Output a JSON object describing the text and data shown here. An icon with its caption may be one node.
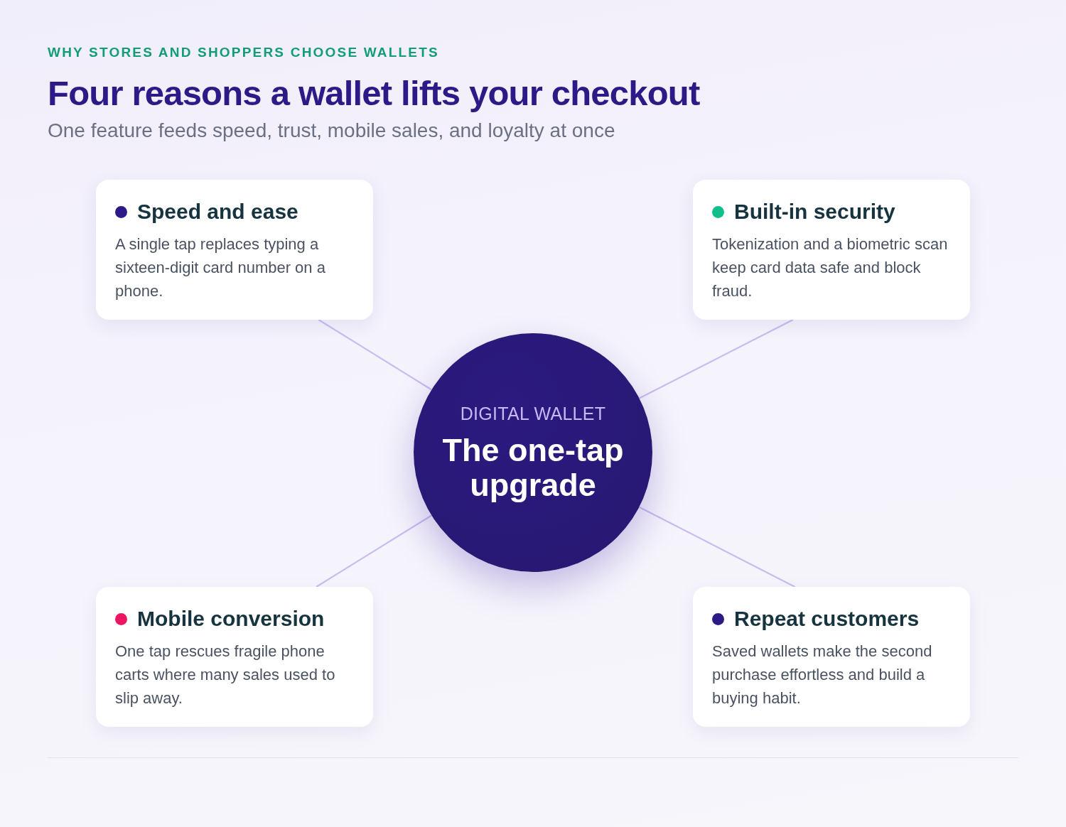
{
  "diagram": {
    "title": "Four reasons a wallet lifts your checkout",
    "nodes": [
      {
        "text": [
          "DIGITAL WALLET",
          "The one-tap upgrade"
        ]
      },
      {
        "text": [
          "Speed and ease",
          "A single tap replaces typing a sixteen-digit card number on a phone."
        ]
      },
      {
        "text": [
          "Built-in security",
          "Tokenization and a biometric scan keep card data safe and block fraud."
        ]
      },
      {
        "text": [
          "Mobile conversion",
          "One tap rescues fragile phone carts where many sales used to slip away."
        ]
      },
      {
        "text": [
          "Repeat customers",
          "Saved wallets make the second purchase effortless and build a buying habit."
        ]
      }
    ],
    "edges": [
      {
        "from": 0,
        "to": 1,
        "arrow": "none"
      },
      {
        "from": 0,
        "to": 2,
        "arrow": "none"
      },
      {
        "from": 0,
        "to": 3,
        "arrow": "none"
      },
      {
        "from": 0,
        "to": 4,
        "arrow": "none"
      }
    ],
    "labels": [
      "WHY STORES AND SHOPPERS CHOOSE WALLETS",
      "One feature feeds speed, trust, mobile sales, and loyalty at once"
    ]
  }
}
